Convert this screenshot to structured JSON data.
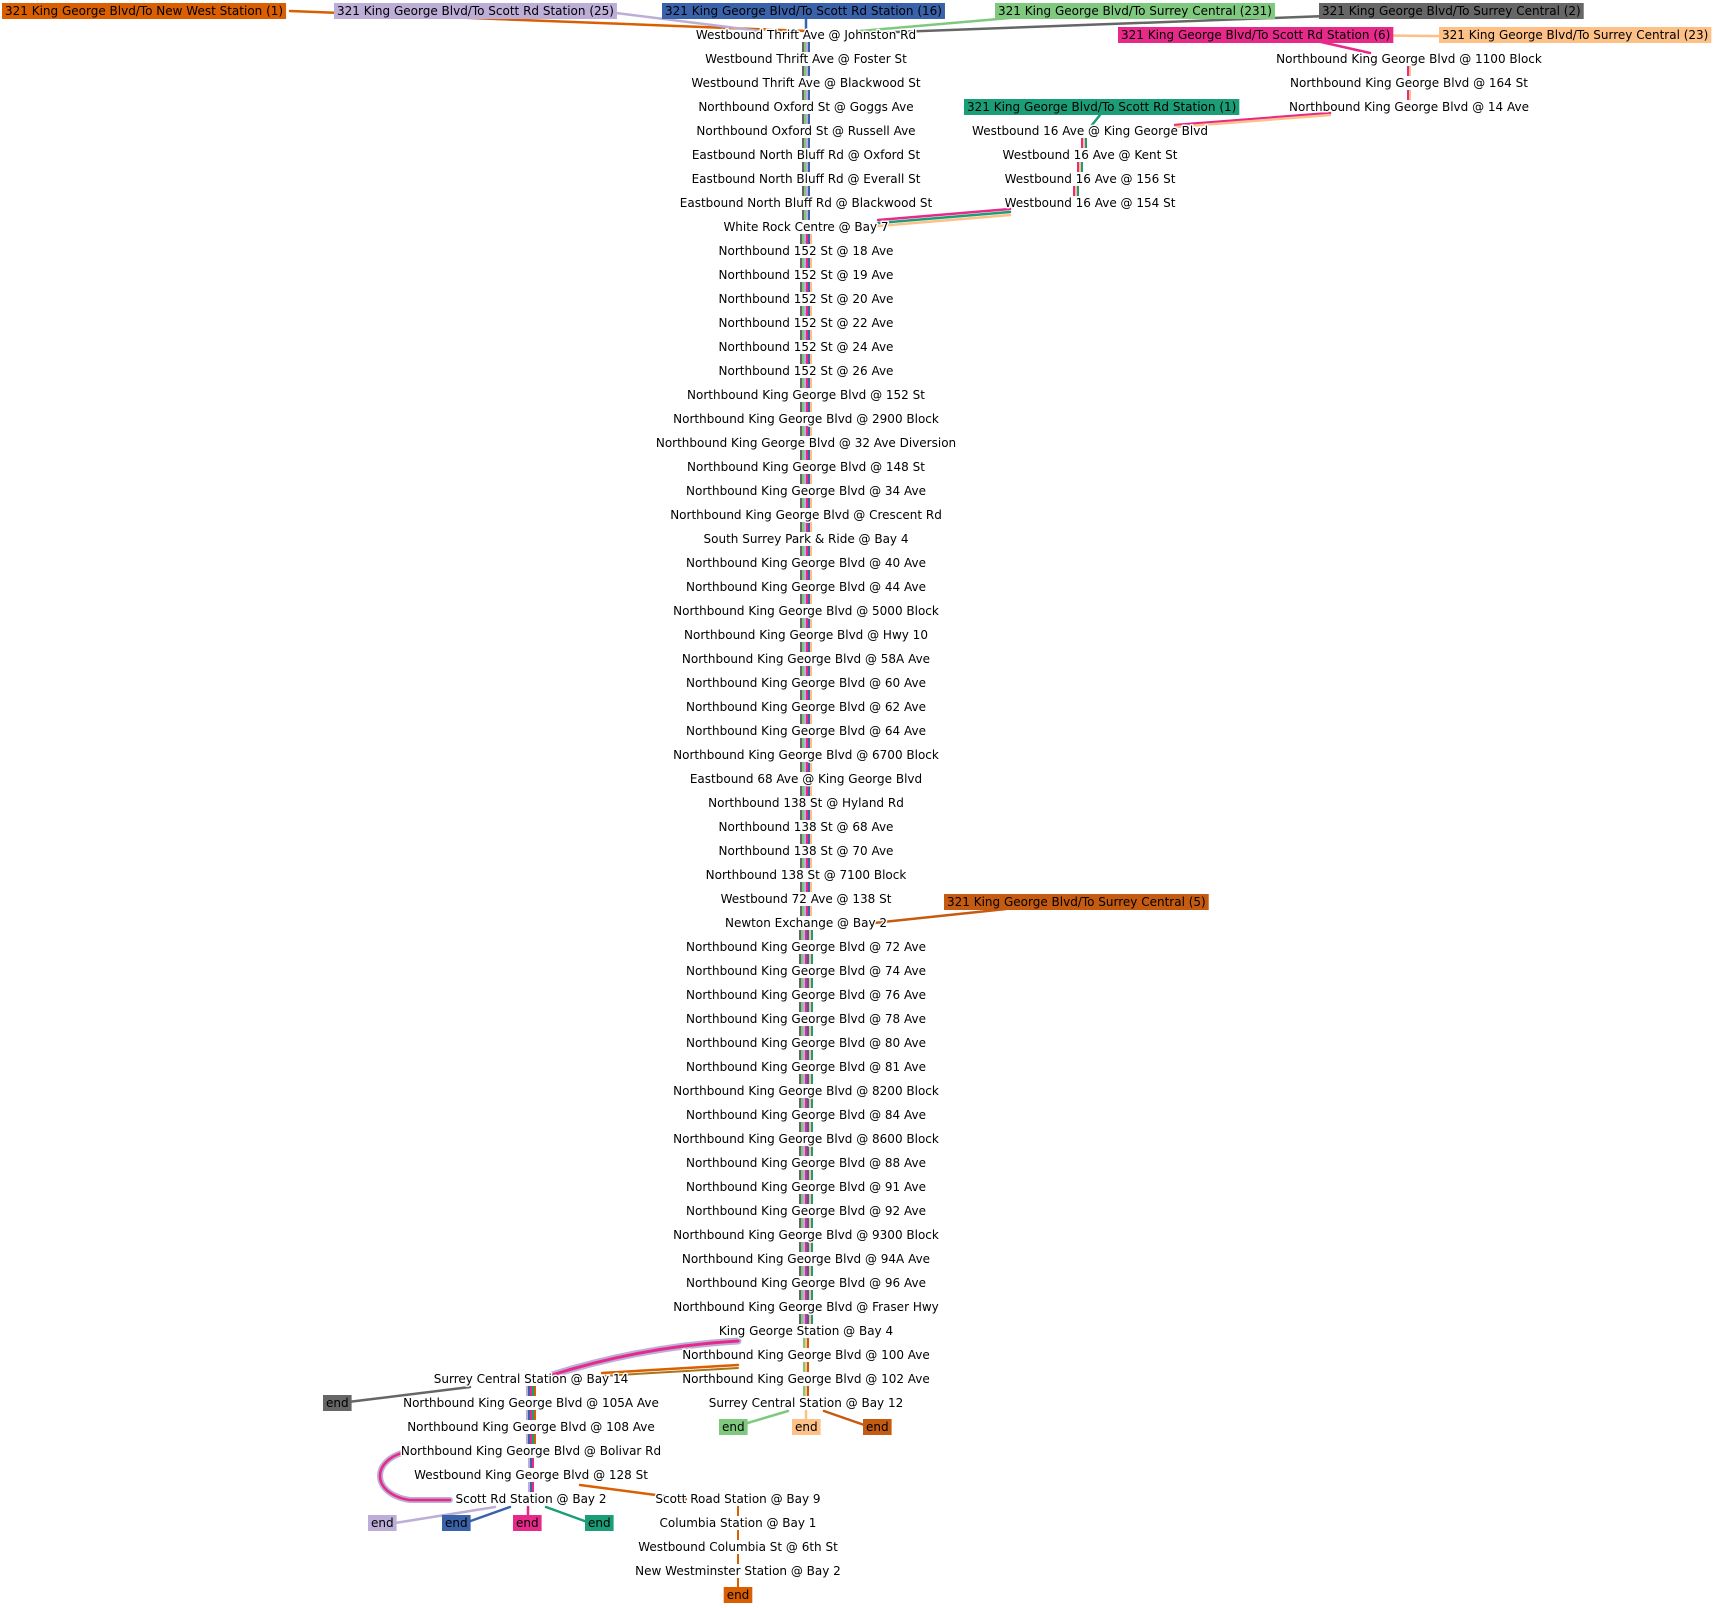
{
  "colors": {
    "new_west_1": "#d95f02",
    "scott_25": "#bcaed6",
    "scott_16": "#3a62aa",
    "surrey_231": "#7fc97f",
    "surrey_2": "#666666",
    "scott_6": "#e7298a",
    "surrey_23": "#fdc086",
    "scott_1": "#1b9e77",
    "surrey_5": "#c55a11",
    "extra_a": "#7570b3",
    "extra_b": "#a6761d",
    "extra_c": "#e6ab02",
    "extra_d": "#66a61e"
  },
  "routes": {
    "new_west_1": "321 King George Blvd/To New West Station (1)",
    "scott_25": "321 King George Blvd/To Scott Rd Station (25)",
    "scott_16": "321 King George Blvd/To Scott Rd Station (16)",
    "surrey_231": "321 King George Blvd/To Surrey Central (231)",
    "surrey_2": "321 King George Blvd/To Surrey Central (2)",
    "scott_6": "321 King George Blvd/To Scott Rd Station (6)",
    "surrey_23": "321 King George Blvd/To Surrey Central (23)",
    "scott_1": "321 King George Blvd/To Scott Rd Station (1)",
    "surrey_5": "321 King George Blvd/To Surrey Central (5)"
  },
  "end_label": "end",
  "main_stops": [
    "Westbound Thrift Ave @ Johnston Rd",
    "Westbound Thrift Ave @ Foster St",
    "Westbound Thrift Ave @ Blackwood St",
    "Northbound Oxford St @ Goggs Ave",
    "Northbound Oxford St @ Russell Ave",
    "Eastbound North Bluff Rd @ Oxford St",
    "Eastbound North Bluff Rd @ Everall St",
    "Eastbound North Bluff Rd @ Blackwood St",
    "White Rock Centre @ Bay 7",
    "Northbound 152 St @ 18 Ave",
    "Northbound 152 St @ 19 Ave",
    "Northbound 152 St @ 20 Ave",
    "Northbound 152 St @ 22 Ave",
    "Northbound 152 St @ 24 Ave",
    "Northbound 152 St @ 26 Ave",
    "Northbound King George Blvd @ 152 St",
    "Northbound King George Blvd @ 2900 Block",
    "Northbound King George Blvd @ 32 Ave Diversion",
    "Northbound King George Blvd @ 148 St",
    "Northbound King George Blvd @ 34 Ave",
    "Northbound King George Blvd @ Crescent Rd",
    "South Surrey Park & Ride @ Bay 4",
    "Northbound King George Blvd @ 40 Ave",
    "Northbound King George Blvd @ 44 Ave",
    "Northbound King George Blvd @ 5000 Block",
    "Northbound King George Blvd @ Hwy 10",
    "Northbound King George Blvd @ 58A Ave",
    "Northbound King George Blvd @ 60 Ave",
    "Northbound King George Blvd @ 62 Ave",
    "Northbound King George Blvd @ 64 Ave",
    "Northbound King George Blvd @ 6700 Block",
    "Eastbound 68 Ave @ King George Blvd",
    "Northbound 138 St @ Hyland Rd",
    "Northbound 138 St @ 68 Ave",
    "Northbound 138 St @ 70 Ave",
    "Northbound 138 St @ 7100 Block",
    "Westbound 72 Ave @ 138 St",
    "Newton Exchange @ Bay 2",
    "Northbound King George Blvd @ 72 Ave",
    "Northbound King George Blvd @ 74 Ave",
    "Northbound King George Blvd @ 76 Ave",
    "Northbound King George Blvd @ 78 Ave",
    "Northbound King George Blvd @ 80 Ave",
    "Northbound King George Blvd @ 81 Ave",
    "Northbound King George Blvd @ 8200 Block",
    "Northbound King George Blvd @ 84 Ave",
    "Northbound King George Blvd @ 8600 Block",
    "Northbound King George Blvd @ 88 Ave",
    "Northbound King George Blvd @ 91 Ave",
    "Northbound King George Blvd @ 92 Ave",
    "Northbound King George Blvd @ 9300 Block",
    "Northbound King George Blvd @ 94A Ave",
    "Northbound King George Blvd @ 96 Ave",
    "Northbound King George Blvd @ Fraser Hwy",
    "King George Station @ Bay 4"
  ],
  "right_stops": [
    "Northbound King George Blvd @ 100 Ave",
    "Northbound King George Blvd @ 102 Ave",
    "Surrey Central Station @ Bay 12"
  ],
  "left_stops": [
    "Surrey Central Station @ Bay 14",
    "Northbound King George Blvd @ 105A Ave",
    "Northbound King George Blvd @ 108 Ave",
    "Northbound King George Blvd @ Bolivar Rd",
    "Westbound King George Blvd @ 128 St",
    "Scott Rd Station @ Bay 2"
  ],
  "nw_stops": [
    "Scott Road Station @ Bay 9",
    "Columbia Station @ Bay 1",
    "Westbound Columbia St @ 6th St",
    "New Westminster Station @ Bay 2"
  ],
  "branch_16ave_stops": [
    "Westbound 16 Ave @ King George Blvd",
    "Westbound 16 Ave @ Kent St",
    "Westbound 16 Ave @ 156 St",
    "Westbound 16 Ave @ 154 St"
  ],
  "branch_kgb_stops": [
    "Northbound King George Blvd @ 1100 Block",
    "Northbound King George Blvd @ 164 St",
    "Northbound King George Blvd @ 14 Ave"
  ]
}
